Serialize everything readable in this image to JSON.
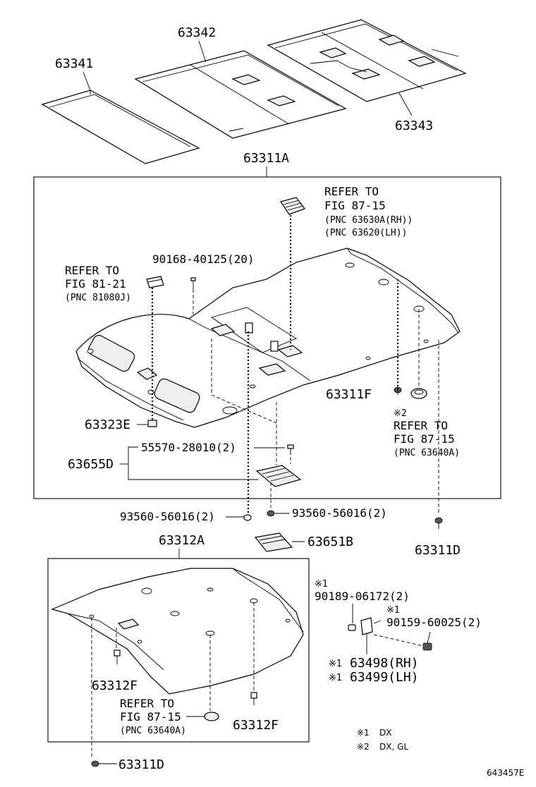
{
  "labels": {
    "p63341": "63341",
    "p63342": "63342",
    "p63343": "63343",
    "p63311A": "63311A",
    "refer_rh_1": "REFER TO",
    "refer_rh_2": "FIG 87-15",
    "refer_rh_3": "(PNC 63630A(RH))",
    "refer_rh_4": "(PNC 63620(LH))",
    "bolt_90168": "90168-40125(20)",
    "refer_lamp_1": "REFER TO",
    "refer_lamp_2": "FIG 81-21",
    "refer_lamp_3": "(PNC 81080J)",
    "p63311F": "63311F",
    "note2_mark": "※2",
    "refer_clip_1": "REFER TO",
    "refer_clip_2": "FIG 87-15",
    "refer_clip_3": "(PNC 63640A)",
    "p63323E": "63323E",
    "screw_55570": "55570-28010(2)",
    "p63655D": "63655D",
    "nut_93560_left": "93560-56016(2)",
    "nut_93560_right": "93560-56016(2)",
    "p63651B": "63651B",
    "p63311D_top": "63311D",
    "p63312A": "63312A",
    "note1_mark_a": "※1",
    "bolt_90189": "90189-06172(2)",
    "note1_mark_b": "※1",
    "bolt_90159": "90159-60025(2)",
    "p63498_mark": "※1",
    "p63498": "63498(RH)",
    "p63499_mark": "※1",
    "p63499": "63499(LH)",
    "p63312F_left": "63312F",
    "refer_lower_1": "REFER TO",
    "refer_lower_2": "FIG 87-15",
    "refer_lower_3": "(PNC 63640A)",
    "p63312F_right": "63312F",
    "p63311D_bottom": "63311D",
    "legend1_mark": "※1",
    "legend1_text": "DX",
    "legend2_mark": "※2",
    "legend2_text": "DX, GL",
    "figure_code": "643457E"
  }
}
